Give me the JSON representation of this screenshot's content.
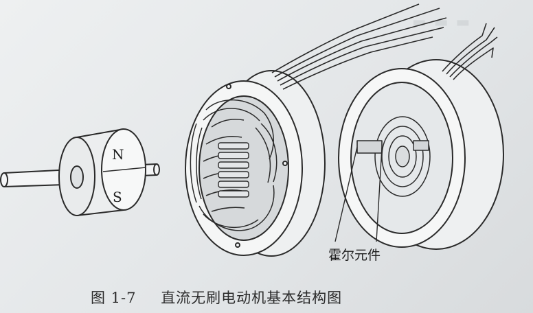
{
  "figure": {
    "magnet_labels": {
      "north": "N",
      "south": "S"
    },
    "hall_label": "霍尔元件",
    "caption_number": "图 1-7",
    "caption_title": "直流无刷电动机基本结构图"
  },
  "colors": {
    "paper": "#e7eaec",
    "ink": "#2a2a2a",
    "part_fill": "#f4f5f6",
    "shade": "#cfd3d6"
  }
}
